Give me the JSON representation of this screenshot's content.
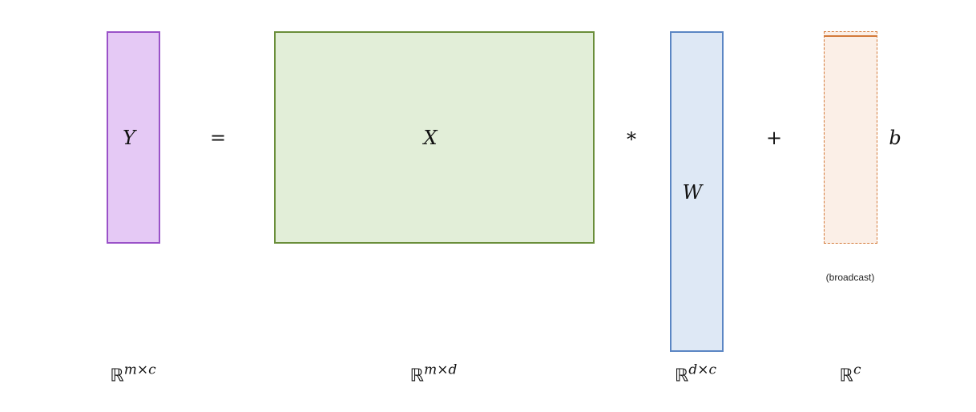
{
  "matrices": {
    "y": {
      "label": "Y",
      "fill": "#e5c9f5",
      "border": "#9a52c8",
      "space": "ℝ",
      "dims": "m×c"
    },
    "x": {
      "label": "X",
      "fill": "#e2eed8",
      "border": "#6a8e3a",
      "space": "ℝ",
      "dims": "m×d"
    },
    "w": {
      "label": "W",
      "fill": "#dee8f5",
      "border": "#5b86c4",
      "space": "ℝ",
      "dims": "d×c"
    },
    "b": {
      "label": "b",
      "fill": "#fbefe7",
      "border": "#d47a3a",
      "space": "ℝ",
      "dims": "c",
      "note": "(broadcast)"
    }
  },
  "operators": {
    "equals": "=",
    "multiply": "*",
    "plus": "+"
  }
}
